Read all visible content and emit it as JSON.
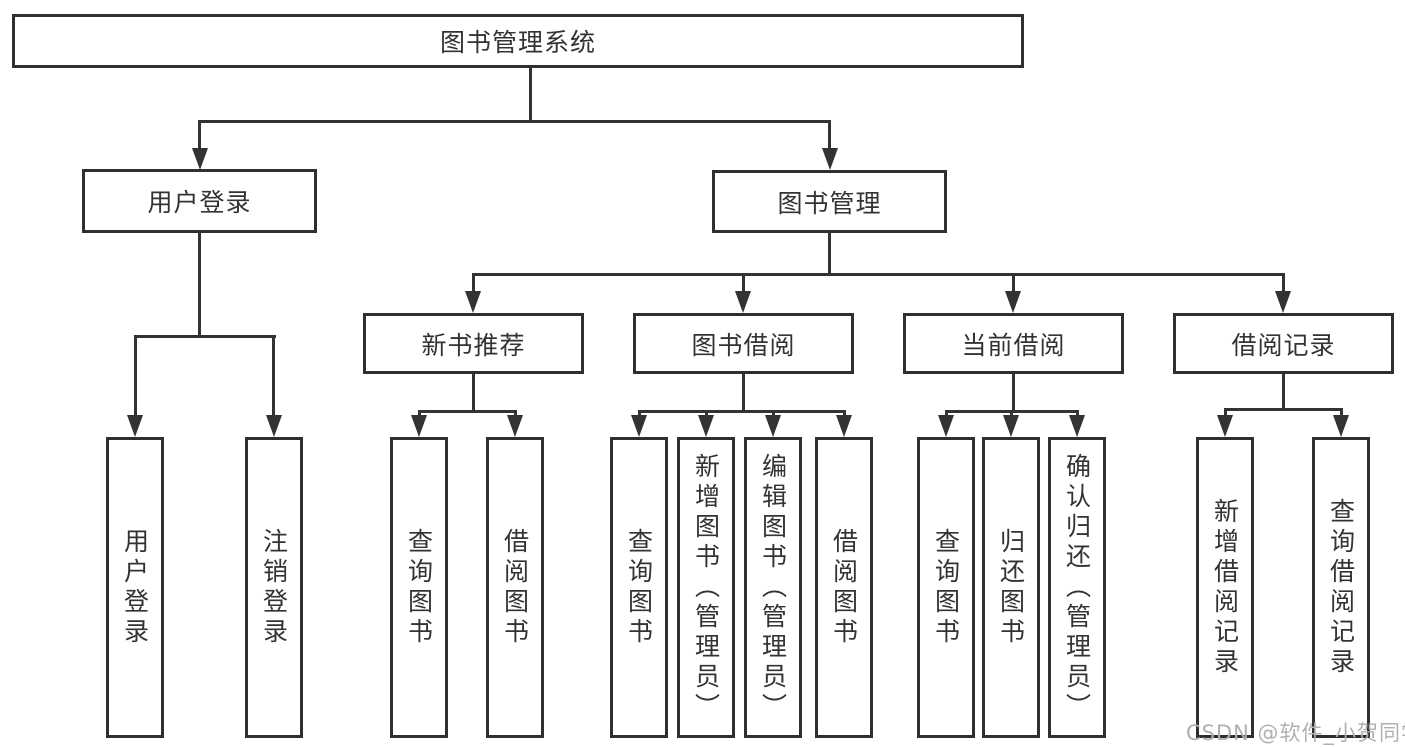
{
  "tree": {
    "label": "图书管理系统",
    "children": [
      {
        "label": "用户登录",
        "children": [
          {
            "label": "用户登录"
          },
          {
            "label": "注销登录"
          }
        ]
      },
      {
        "label": "图书管理",
        "children": [
          {
            "label": "新书推荐",
            "children": [
              {
                "label": "查询图书"
              },
              {
                "label": "借阅图书"
              }
            ]
          },
          {
            "label": "图书借阅",
            "children": [
              {
                "label": "查询图书"
              },
              {
                "label": "新增图书（管理员）"
              },
              {
                "label": "编辑图书（管理员）"
              },
              {
                "label": "借阅图书"
              }
            ]
          },
          {
            "label": "当前借阅",
            "children": [
              {
                "label": "查询图书"
              },
              {
                "label": "归还图书"
              },
              {
                "label": "确认归还（管理员）"
              }
            ]
          },
          {
            "label": "借阅记录",
            "children": [
              {
                "label": "新增借阅记录"
              },
              {
                "label": "查询借阅记录"
              }
            ]
          }
        ]
      }
    ]
  },
  "watermark": {
    "text": "CSDN @软件_小贺同学"
  },
  "colors": {
    "line": "#333333",
    "box-border": "#2f2f2f",
    "text": "#333333",
    "watermark": "#b0b0b0",
    "bg": "#ffffff"
  }
}
